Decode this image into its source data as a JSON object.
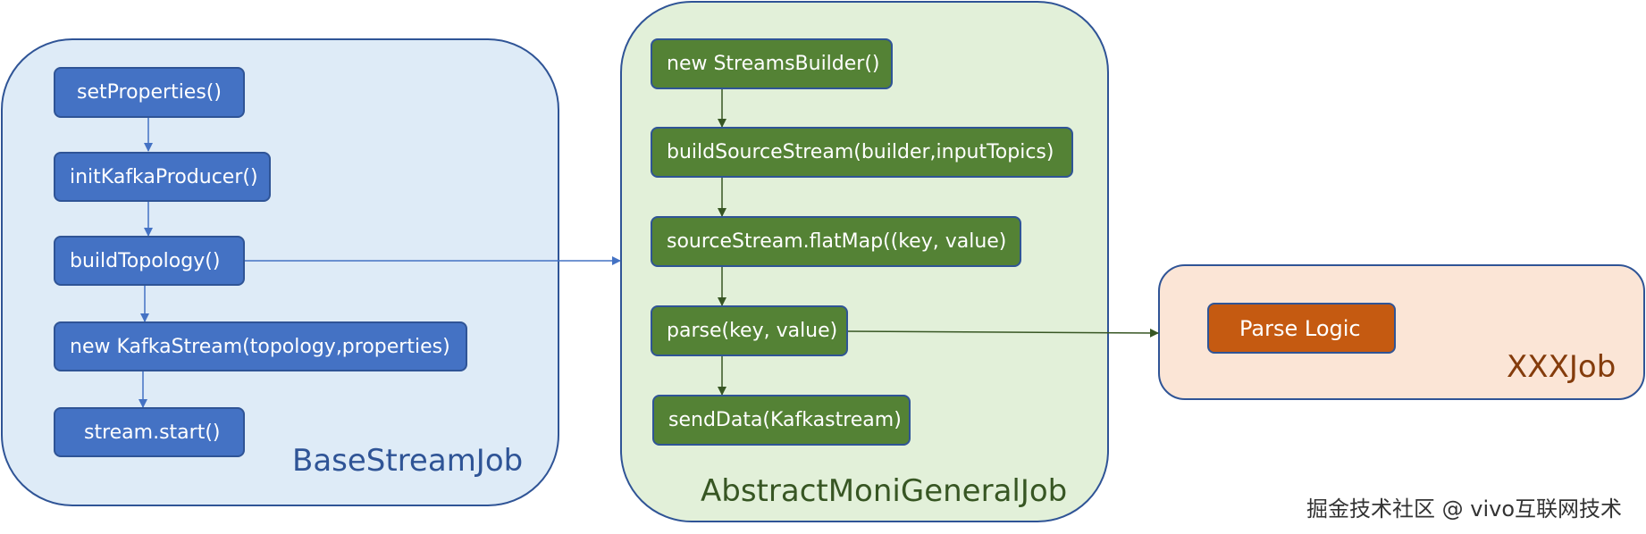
{
  "panels": {
    "base": {
      "title": "BaseStreamJob"
    },
    "abstract": {
      "title": "AbstractMoniGeneralJob"
    },
    "xxx": {
      "title": "XXXJob"
    }
  },
  "base_steps": [
    "setProperties()",
    "initKafkaProducer()",
    "buildTopology()",
    "new KafkaStream(topology,properties)",
    "stream.start()"
  ],
  "abstract_steps": [
    "new StreamsBuilder()",
    "buildSourceStream(builder,inputTopics)",
    "sourceStream.flatMap((key, value)",
    "parse(key, value)",
    "sendData(Kafkastream)"
  ],
  "xxx_steps": [
    "Parse Logic"
  ],
  "watermark": "掘金技术社区 @ vivo互联网技术",
  "colors": {
    "blue_node": "#4472C4",
    "green_node": "#548235",
    "orange_node": "#C55A11",
    "base_panel": "#DEEBF7",
    "abstract_panel": "#E2F0D9",
    "xxx_panel": "#FBE5D6",
    "border": "#2F5496"
  }
}
